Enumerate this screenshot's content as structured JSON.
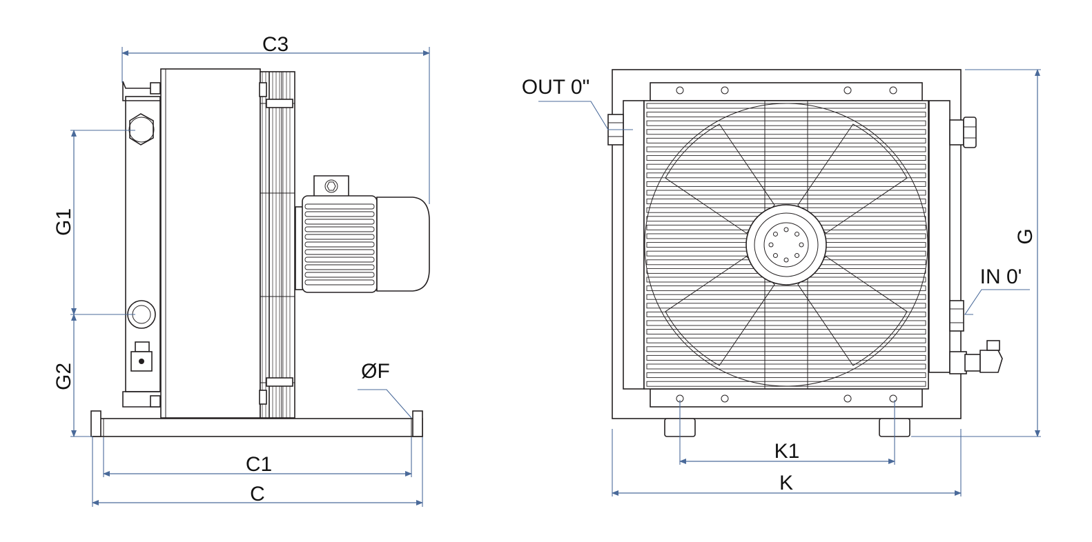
{
  "labels": {
    "c3": "C3",
    "g1": "G1",
    "g2": "G2",
    "c1": "C1",
    "c": "C",
    "phi_f": "ØF",
    "out": "OUT 0\"",
    "in": "IN 0'",
    "g": "G",
    "k1": "K1",
    "k": "K"
  },
  "colors": {
    "line": "#231f20",
    "dimension": "#4a6a9a",
    "text": "#111111",
    "background": "#ffffff"
  }
}
